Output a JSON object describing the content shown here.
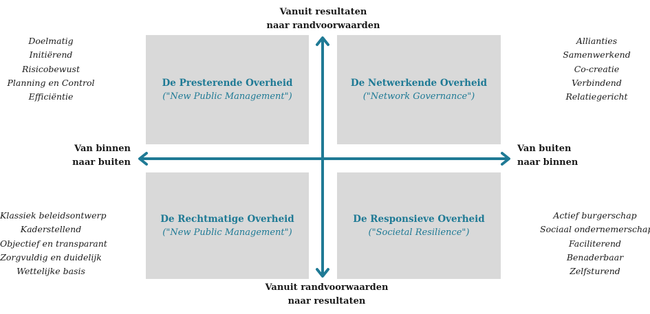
{
  "colors": {
    "accent": "#1f7a95",
    "quadrant_fill": "#d9d9d9",
    "text": "#1a1a1a"
  },
  "axes": {
    "top": [
      "Vanuit resultaten",
      "naar randvoorwaarden"
    ],
    "bottom": [
      "Vanuit randvoorwaarden",
      "naar resultaten"
    ],
    "left": [
      "Van binnen",
      "naar buiten"
    ],
    "right": [
      "Van buiten",
      "naar binnen"
    ]
  },
  "quadrants": {
    "top_left": {
      "title": "De Presterende Overheid",
      "subtitle": "(\"New Public Management\")"
    },
    "top_right": {
      "title": "De Netwerkende Overheid",
      "subtitle": "(\"Network Governance\")"
    },
    "bottom_left": {
      "title": "De Rechtmatige Overheid",
      "subtitle": "(\"New Public Management\")"
    },
    "bottom_right": {
      "title": "De Responsieve Overheid",
      "subtitle": "(\"Societal Resilience\")"
    }
  },
  "traits": {
    "top_left": [
      "Doelmatig",
      "Initiërend",
      "Risicobewust",
      "Planning en Control",
      "Efficiëntie"
    ],
    "top_right": [
      "Allianties",
      "Samenwerkend",
      "Co-creatie",
      "Verbindend",
      "Relatiegericht"
    ],
    "bottom_left": [
      "Klassiek beleidsontwerp",
      "Kaderstellend",
      "Objectief en transparant",
      "Zorgvuldig en duidelijk",
      "Wettelijke basis"
    ],
    "bottom_right": [
      "Actief burgerschap",
      "Sociaal ondernemerschap",
      "Faciliterend",
      "Benaderbaar",
      "Zelfsturend"
    ]
  }
}
